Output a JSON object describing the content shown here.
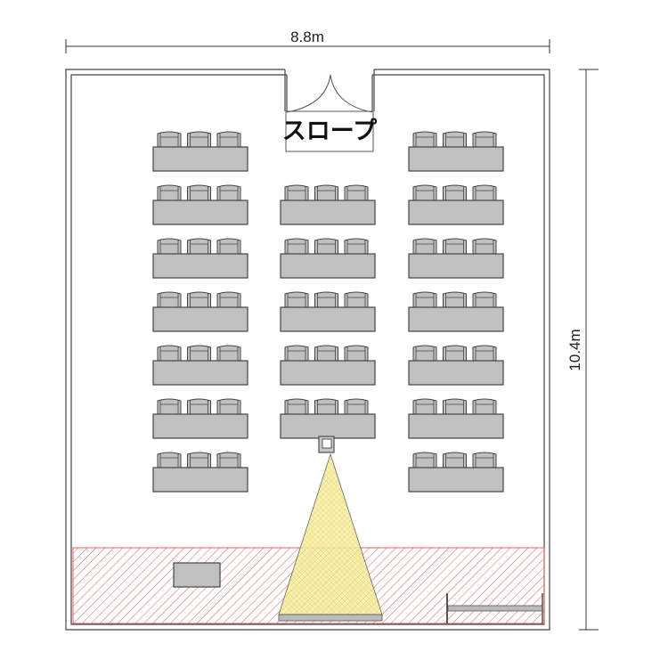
{
  "dimensions": {
    "width_label": "8.8m",
    "height_label": "10.4m"
  },
  "entrance": {
    "label": "スロープ"
  },
  "layout": {
    "columns": [
      "left",
      "middle",
      "right"
    ],
    "rows": [
      {
        "desks": [
          "left",
          "right"
        ]
      },
      {
        "desks": [
          "left",
          "middle",
          "right"
        ]
      },
      {
        "desks": [
          "left",
          "middle",
          "right"
        ]
      },
      {
        "desks": [
          "left",
          "middle",
          "right"
        ]
      },
      {
        "desks": [
          "left",
          "middle",
          "right"
        ]
      },
      {
        "desks": [
          "left",
          "middle",
          "right"
        ]
      },
      {
        "desks": [
          "left",
          "right"
        ]
      }
    ],
    "chairs_per_desk": 3
  },
  "colors": {
    "desk": "#c0c0c0",
    "hatch": "#e05050",
    "projection": "#f5eb8c",
    "line": "#444444"
  }
}
